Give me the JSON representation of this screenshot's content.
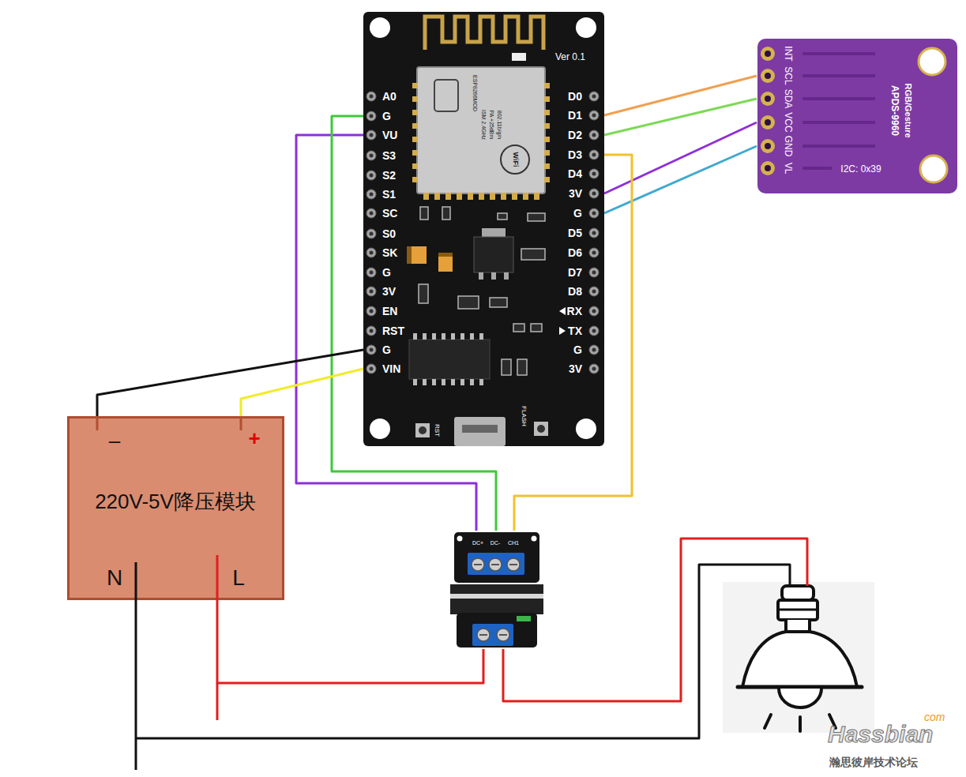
{
  "diagram": {
    "nodes": [
      {
        "text": [
          "Ver 0.1",
          "A0",
          "G",
          "VU",
          "S3",
          "S2",
          "S1",
          "SC",
          "S0",
          "SK",
          "G",
          "3V",
          "EN",
          "RST",
          "G",
          "VIN",
          "D0",
          "D1",
          "D2",
          "D3",
          "D4",
          "3V",
          "G",
          "D5",
          "D6",
          "D7",
          "D8",
          "RX",
          "TX",
          "G",
          "3V",
          "ESP8266MOD",
          "ISM 2.4GHz",
          "PA +25dBm",
          "802.11b/g/n",
          "WiFi",
          "RST",
          "FLASH"
        ]
      },
      {
        "text": [
          "INT",
          "SCL",
          "SDA",
          "VCC",
          "GND",
          "VL",
          "APDS-9960",
          "RGB/Gesture",
          "I2C: 0x39"
        ]
      },
      {
        "text": [
          "–",
          "+",
          "220V-5V降压模块",
          "N",
          "L"
        ]
      },
      {
        "text": [
          "DC+",
          "DC-",
          "CH1"
        ]
      }
    ],
    "edges": [
      {
        "from": 0,
        "to": 1,
        "arrow": "none"
      },
      {
        "from": 0,
        "to": 1,
        "arrow": "none"
      },
      {
        "from": 0,
        "to": 1,
        "arrow": "none"
      },
      {
        "from": 0,
        "to": 1,
        "arrow": "none"
      },
      {
        "from": 0,
        "to": 3,
        "arrow": "none"
      },
      {
        "from": 0,
        "to": 3,
        "arrow": "none"
      },
      {
        "from": 0,
        "to": 3,
        "arrow": "none"
      },
      {
        "from": 0,
        "to": 2,
        "arrow": "none"
      },
      {
        "from": 0,
        "to": 2,
        "arrow": "none"
      },
      {
        "from": 2,
        "to": 3,
        "arrow": "none"
      }
    ],
    "labels": [
      "Hassbian",
      "com",
      "瀚思彼岸技术论坛"
    ]
  }
}
